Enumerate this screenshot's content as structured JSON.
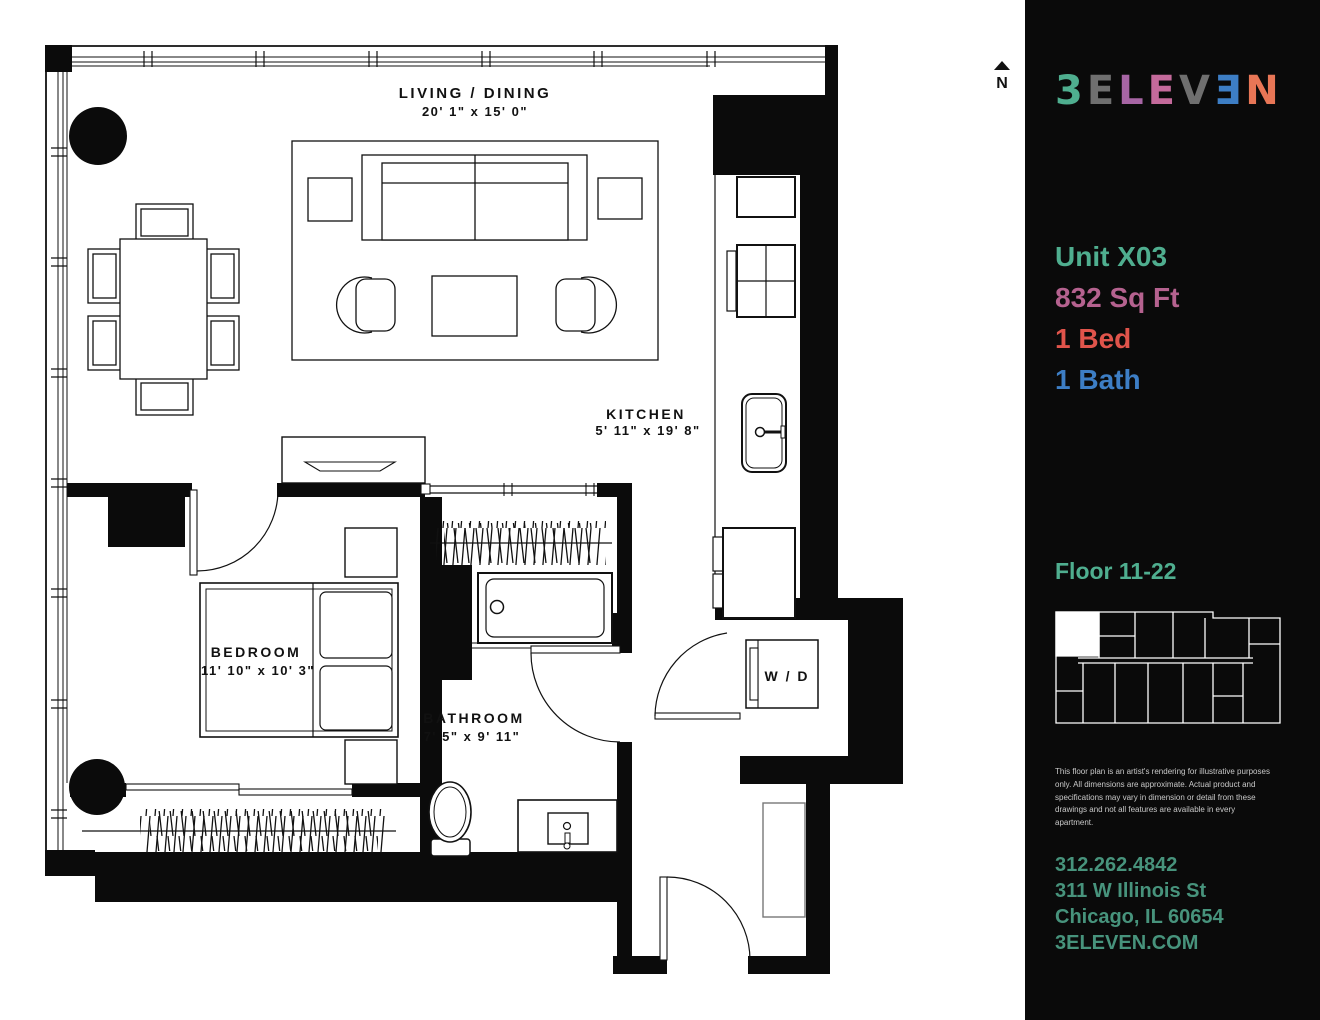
{
  "north": {
    "label": "N"
  },
  "plan": {
    "line_color": "#111111",
    "rooms": [
      {
        "id": "living",
        "name": "LIVING / DINING",
        "dims": "20' 1\"  x 15' 0\""
      },
      {
        "id": "kitchen",
        "name": "KITCHEN",
        "dims": "5' 11\"  x 19' 8\""
      },
      {
        "id": "bedroom",
        "name": "BEDROOM",
        "dims": "11' 10\"  x 10' 3\""
      },
      {
        "id": "bathroom",
        "name": "BATHROOM",
        "dims": "7' 5\"  x 9' 11\""
      }
    ],
    "washer_dryer_label": "W / D"
  },
  "sidebar": {
    "background": "#0a0a0a",
    "logo": {
      "name": "3ELEVEN",
      "letters": [
        {
          "char": "3",
          "color": "#4FAE8F"
        },
        {
          "char": "E",
          "color": "#6F6F6F"
        },
        {
          "char": "L",
          "color": "#A765A4"
        },
        {
          "char": "E",
          "color": "#C46A9B"
        },
        {
          "char": "V",
          "color": "#6F6F6F"
        },
        {
          "char": "Ǝ",
          "color": "#3D7EC5"
        },
        {
          "char": "N",
          "color": "#E87656"
        }
      ]
    },
    "unit_info": [
      {
        "label": "Unit X03",
        "color": "#4FAE8F"
      },
      {
        "label": "832 Sq Ft",
        "color": "#B5628F"
      },
      {
        "label": "1 Bed",
        "color": "#E0544B"
      },
      {
        "label": "1 Bath",
        "color": "#3D7EC5"
      }
    ],
    "floor": {
      "label": "Floor 11-22",
      "color": "#4FAE8F"
    },
    "disclaimer": "This floor plan is an artist's rendering for illustrative purposes only. All dimensions are approximate. Actual product and specifications may vary in dimension or detail from these drawings and not all features are available in every apartment.",
    "contact": {
      "phone": "312.262.4842",
      "address_line1": "311 W Illinois St",
      "address_line2": "Chicago, IL 60654",
      "website": "3ELEVEN.COM",
      "color": "#47937C"
    }
  }
}
